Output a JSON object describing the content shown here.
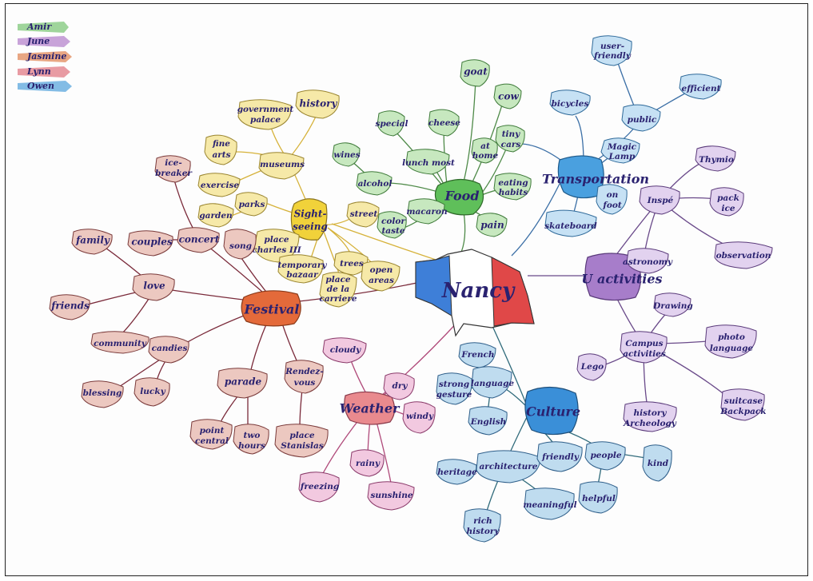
{
  "legend": [
    {
      "name": "Amir",
      "color": "#7fc77a"
    },
    {
      "name": "June",
      "color": "#b07cc9"
    },
    {
      "name": "Jasmine",
      "color": "#e0885a"
    },
    {
      "name": "Lynn",
      "color": "#e07a84"
    },
    {
      "name": "Owen",
      "color": "#5aa6dc"
    }
  ],
  "center": {
    "label": "Nancy"
  },
  "hubs": {
    "food": "Food",
    "sightseeing_1": "Sight-",
    "sightseeing_2": "seeing",
    "transportation": "Transportation",
    "activities": "U activities",
    "culture": "Culture",
    "weather": "Weather",
    "festival": "Festival"
  },
  "leaves": {
    "goat": "goat",
    "cow": "cow",
    "special": "special",
    "cheese": "cheese",
    "tiny_cars_1": "tiny",
    "tiny_cars_2": "cars",
    "lunch_most": "lunch most",
    "at_home_1": "at",
    "at_home_2": "home",
    "wines": "wines",
    "alcohol": "alcohol",
    "eating_habits_1": "eating",
    "eating_habits_2": "habits",
    "macaron": "macaron",
    "color_taste_1": "color",
    "color_taste_2": "taste",
    "pain": "pain",
    "gov_palace_1": "government",
    "gov_palace_2": "palace",
    "history": "history",
    "fine_arts_1": "fine",
    "fine_arts_2": "arts",
    "museums": "museums",
    "exercise": "exercise",
    "garden": "garden",
    "parks": "parks",
    "street": "street",
    "place_charles_1": "place",
    "place_charles_2": "charles III",
    "temporary_bazaar_1": "temporary",
    "temporary_bazaar_2": "bazaar",
    "place_carriere_1": "place",
    "place_carriere_2": "de la",
    "place_carriere_3": "carriere",
    "trees": "trees",
    "open_areas_1": "open",
    "open_areas_2": "areas",
    "user_friendly_1": "user-",
    "user_friendly_2": "friendly",
    "efficient": "efficient",
    "bicycles": "bicycles",
    "public": "public",
    "magic_lamp_1": "Magic",
    "magic_lamp_2": "Lamp",
    "on_foot_1": "on",
    "on_foot_2": "foot",
    "skateboard": "skateboard",
    "thymio": "Thymio",
    "inspe": "Inspé",
    "pack_ice_1": "pack",
    "pack_ice_2": "ice",
    "observation": "observation",
    "astronomy": "astronomy",
    "drawing": "Drawing",
    "campus_1": "Campus",
    "campus_2": "activities",
    "photo_language_1": "photo",
    "photo_language_2": "language",
    "lego": "Lego",
    "history_arch_1": "history",
    "history_arch_2": "Archeology",
    "suitcase_1": "suitcase",
    "suitcase_2": "Backpack",
    "french": "French",
    "strong_gesture_1": "strong",
    "strong_gesture_2": "gesture",
    "language": "language",
    "english": "English",
    "heritage": "heritage",
    "architecture": "architecture",
    "friendly": "friendly",
    "people": "people",
    "kind": "kind",
    "meaningful": "meaningful",
    "helpful": "helpful",
    "rich_history_1": "rich",
    "rich_history_2": "history",
    "cloudy": "cloudy",
    "dry": "dry",
    "windy": "windy",
    "rainy": "rainy",
    "freezing": "freezing",
    "sunshine": "sunshine",
    "ice_breaker_1": "ice-",
    "ice_breaker_2": "breaker",
    "family": "family",
    "couples": "couples",
    "concert": "concert",
    "song": "song",
    "love": "love",
    "friends": "friends",
    "community": "community",
    "candies": "candies",
    "parade": "parade",
    "rendez_vous_1": "Rendez-",
    "rendez_vous_2": "vous",
    "blessing": "blessing",
    "lucky": "lucky",
    "point_central_1": "point",
    "point_central_2": "central",
    "two_hours_1": "two",
    "two_hours_2": "hours",
    "place_stanislas_1": "place",
    "place_stanislas_2": "Stanislas"
  }
}
